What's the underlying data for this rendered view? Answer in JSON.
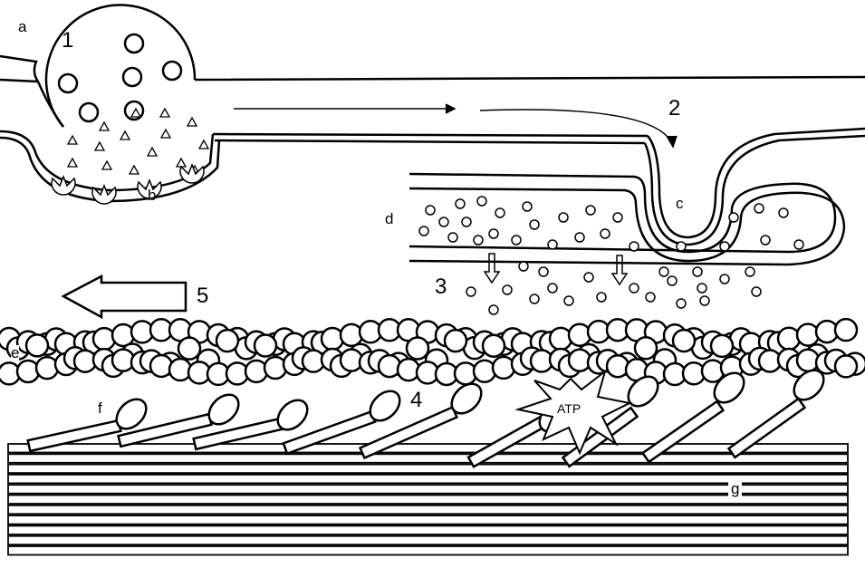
{
  "labels": {
    "a": "a",
    "b": "b",
    "c": "c",
    "d": "d",
    "e": "e",
    "f": "f",
    "g": "g",
    "n1": "1",
    "n2": "2",
    "n3": "3",
    "n4": "4",
    "n5": "5",
    "atp": "ATP"
  },
  "colors": {
    "stroke": "#000000",
    "fill": "#ffffff"
  }
}
